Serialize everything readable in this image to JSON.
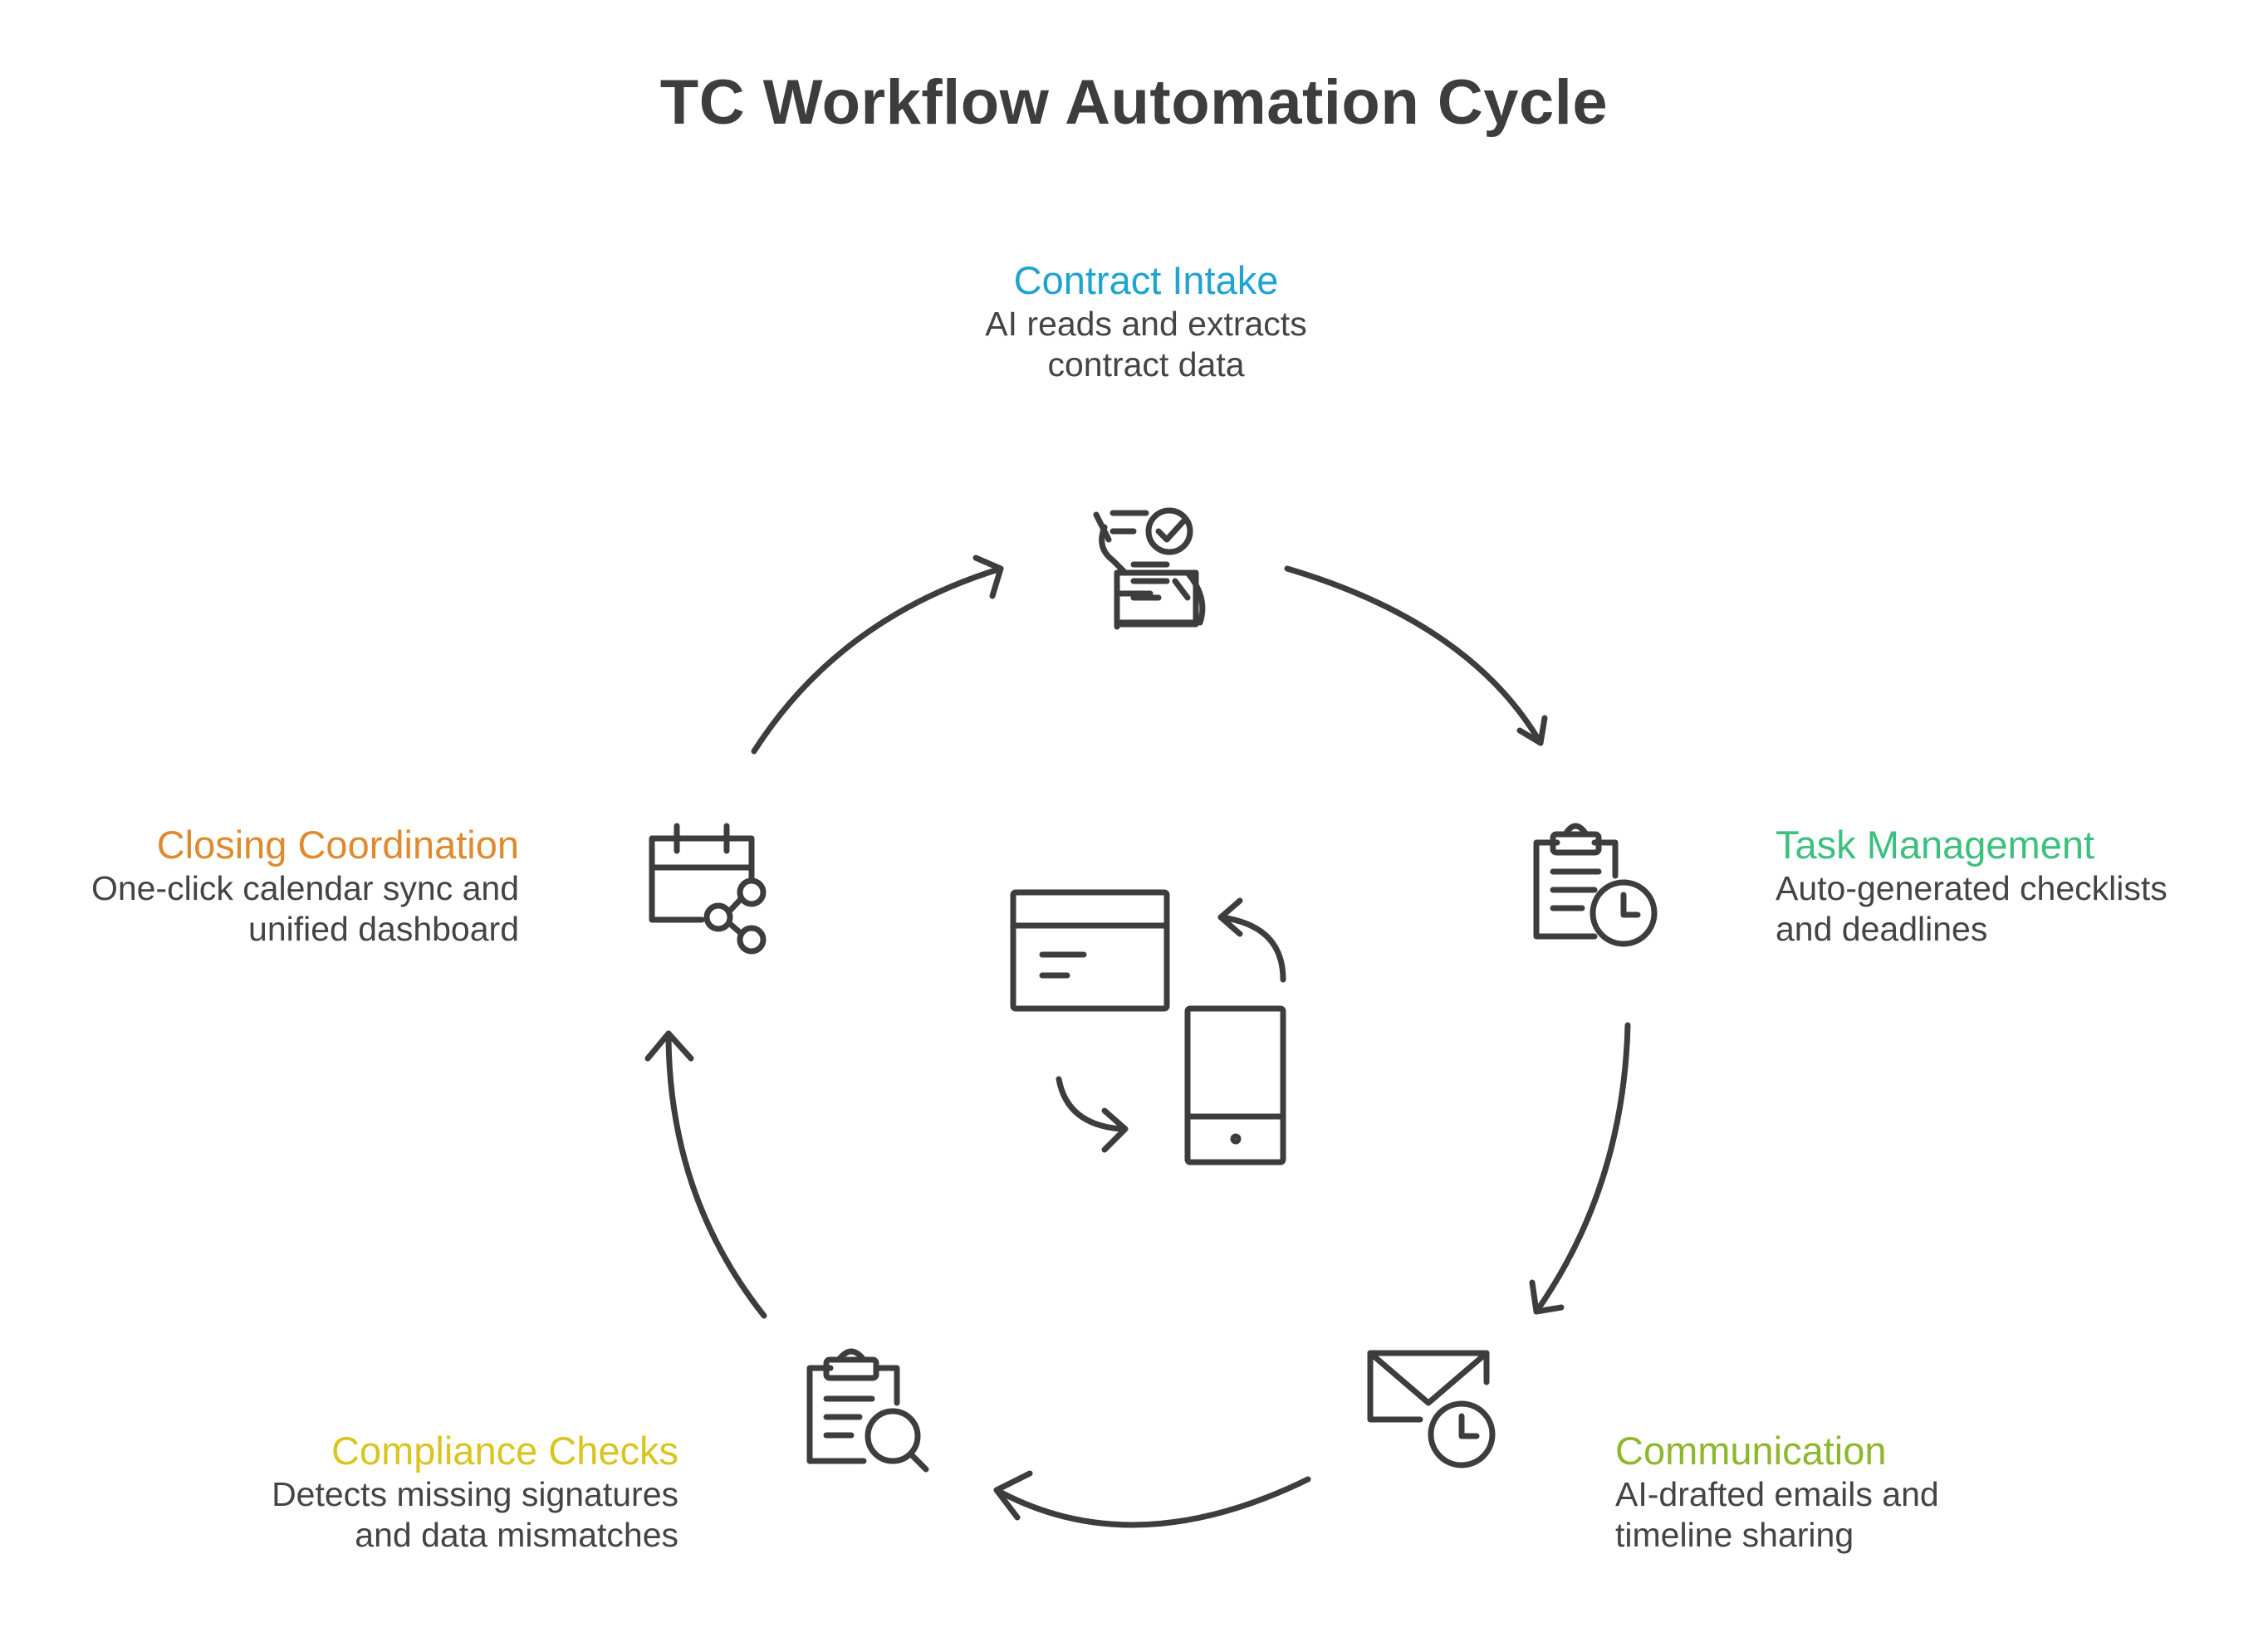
{
  "title": "TC Workflow Automation Cycle",
  "steps": [
    {
      "label": "Contract Intake",
      "line1": "AI reads and extracts",
      "line2": "contract data",
      "color": "#1fa3d0",
      "icon": "contract-intake-icon"
    },
    {
      "label": "Task Management",
      "line1": "Auto-generated checklists",
      "line2": "and deadlines",
      "color": "#3dbf7e",
      "icon": "clipboard-clock-icon"
    },
    {
      "label": "Communication",
      "line1": "AI-drafted emails and",
      "line2": "timeline sharing",
      "color": "#8db82e",
      "icon": "envelope-clock-icon"
    },
    {
      "label": "Compliance Checks",
      "line1": "Detects missing signatures",
      "line2": "and data mismatches",
      "color": "#d8c520",
      "icon": "clipboard-search-icon"
    },
    {
      "label": "Closing Coordination",
      "line1": "One-click calendar sync and",
      "line2": "unified dashboard",
      "color": "#e08a2e",
      "icon": "calendar-share-icon"
    }
  ],
  "center_icon": "device-sync-icon",
  "cycle_arrow_color": "#3d3d3d"
}
